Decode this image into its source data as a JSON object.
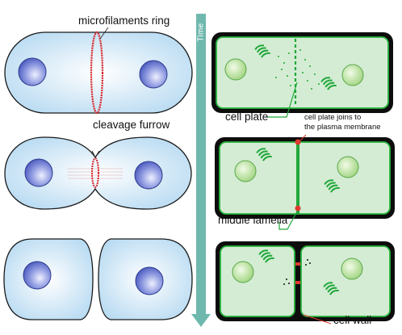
{
  "diagram": {
    "time_label": "Time",
    "labels": {
      "microfilaments_ring": "microfilaments ring",
      "cleavage_furrow": "cleavage furrow",
      "cell_plate": "cell plate",
      "cell_plate_joins_line1": "cell plate joins to",
      "cell_plate_joins_line2": "the plasma membrane",
      "middle_lamella": "middle lamella",
      "cell_wall": "cell wall"
    },
    "colors": {
      "animal_fill": "#cfe6f6",
      "animal_stroke": "#1a1a1a",
      "nucleus_blue": "#5c6ed0",
      "ring_red": "#d8262a",
      "plant_fill": "#d4ecd4",
      "plant_wall": "#0d0d0d",
      "plant_membrane": "#27b43c",
      "plant_nucleus": "#a6d98a",
      "time_arrow": "#6fb8ad",
      "callout_red": "#e0392f"
    }
  }
}
